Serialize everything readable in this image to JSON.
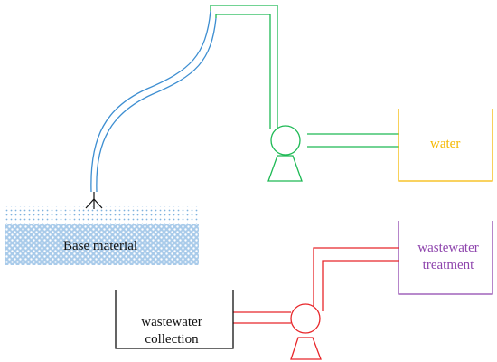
{
  "labels": {
    "base_material": "Base material",
    "water": "water",
    "treatment_line1": "wastewater",
    "treatment_line2": "treatment",
    "collection_line1": "wastewater",
    "collection_line2": "collection"
  },
  "colors": {
    "green_pipe": "#1DB954",
    "blue_pipe": "#3D8ED1",
    "red_pipe": "#E8262A",
    "water_tank": "#F5B800",
    "treatment_tank": "#8E44AD",
    "collection_tank": "#111111",
    "base_dots": "#5B9BD5",
    "base_fill": "#BFD8EF"
  },
  "icons": {
    "upper_pump": "pump-icon",
    "lower_pump": "pump-icon",
    "nozzle": "spray-nozzle-icon"
  }
}
